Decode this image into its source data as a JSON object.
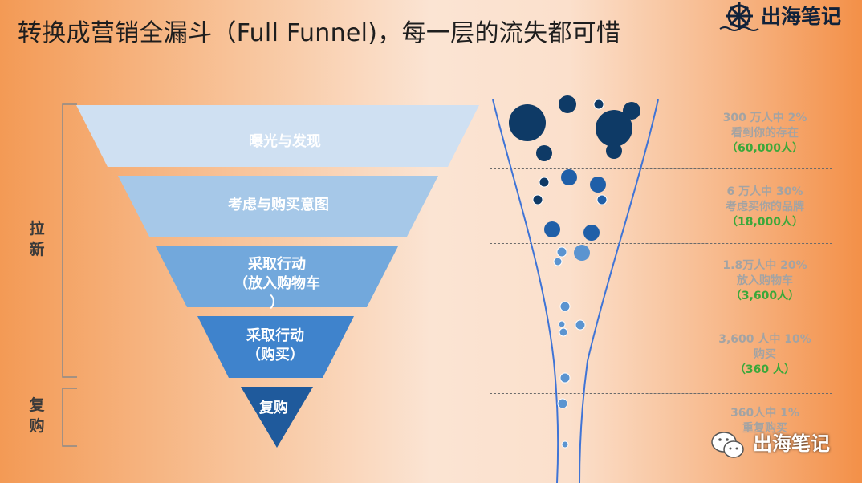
{
  "title": "转换成营销全漏斗（Full Funnel)，每一层的流失都可惜",
  "logo": {
    "text": "出海笔记",
    "icon": "anchor-icon"
  },
  "brackets": [
    {
      "label": "拉\n新"
    },
    {
      "label": "复\n购"
    }
  ],
  "stages": [
    {
      "label": "曝光与发现",
      "color": "#cfe0f2"
    },
    {
      "label": "考虑与购买意图",
      "color": "#a6c8e8"
    },
    {
      "label": "采取行动\n（放入购物车\n）",
      "color": "#72a8dc"
    },
    {
      "label": "采取行动\n（购买）",
      "color": "#3f83cc"
    },
    {
      "label": "复购",
      "color": "#1f5a9c"
    }
  ],
  "stats": [
    {
      "line1": "300 万人中 2%",
      "line2": "看到你的存在",
      "line3": "（60,000人）"
    },
    {
      "line1": "6 万人中 30%",
      "line2": "考虑买你的品牌",
      "line3": "（18,000人）"
    },
    {
      "line1": "1.8万人中 20%",
      "line2": "放入购物车",
      "line3": "（3,600人）"
    },
    {
      "line1": "3,600 人中 10%",
      "line2": "购买",
      "line3": "（360 人）"
    },
    {
      "line1": "360人中 1%",
      "line2": "重复购买",
      "line3": ""
    }
  ],
  "watermark": {
    "text": "出海笔记",
    "icon": "wechat-icon"
  },
  "colors": {
    "dot_dark": "#0e3a66",
    "dot_mid": "#1f5fa8",
    "dot_light": "#5b94d0",
    "funnel_line": "#3f74d6",
    "stat_green": "#3aa83a"
  }
}
